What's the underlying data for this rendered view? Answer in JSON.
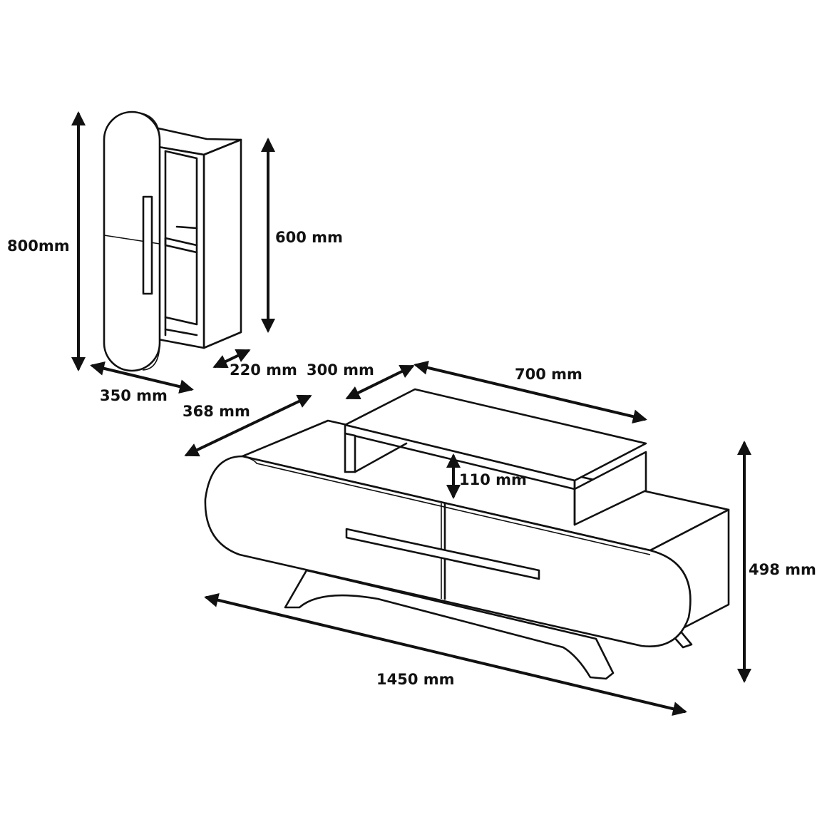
{
  "diagram": {
    "subject": "furniture dimension drawing",
    "wall_cabinet": {
      "height_total": "800mm",
      "height_body": "600 mm",
      "width": "350 mm",
      "depth_body": "220 mm"
    },
    "tv_unit": {
      "top_shelf_depth": "300 mm",
      "top_shelf_width": "700 mm",
      "top_shelf_height": "110 mm",
      "depth": "368 mm",
      "height": "498 mm",
      "width": "1450 mm"
    },
    "colors": {
      "line": "#111111",
      "background": "#ffffff"
    }
  }
}
